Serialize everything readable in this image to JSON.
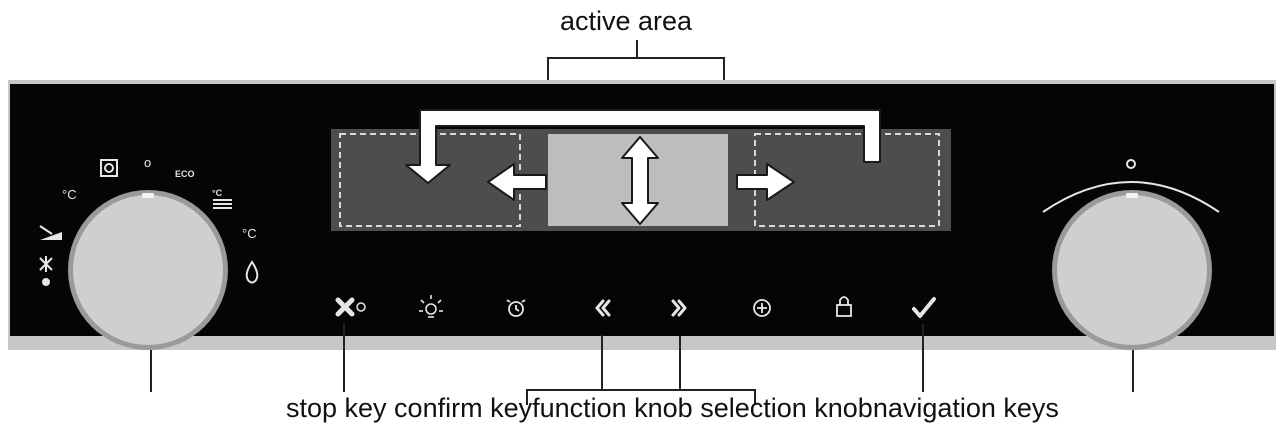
{
  "callouts": {
    "active_area": "active area",
    "bottom_labels": "stop key confirm keyfunction knob selection knobnavigation keys"
  },
  "knob_left_symbols": {
    "top": "o",
    "eco": "ECO",
    "celsius_left": "°C",
    "celsius_right": "°C",
    "celsius_top_right": "°C"
  },
  "colors": {
    "panel": "#050505",
    "display": "#4d4d4d",
    "center_window": "#bdbdbd",
    "knob": "#cfcfcf",
    "icon": "#e6e6e6"
  },
  "keys": [
    {
      "name": "stop-key",
      "icon": "cross-icon"
    },
    {
      "name": "light-key",
      "icon": "lamp-icon"
    },
    {
      "name": "timer-key",
      "icon": "alarm-clock-icon"
    },
    {
      "name": "nav-left-key",
      "icon": "chevron-left-icon"
    },
    {
      "name": "nav-right-key",
      "icon": "chevron-right-icon"
    },
    {
      "name": "plus-key",
      "icon": "plus-icon"
    },
    {
      "name": "lock-key",
      "icon": "lock-icon"
    },
    {
      "name": "confirm-key",
      "icon": "check-icon"
    }
  ]
}
